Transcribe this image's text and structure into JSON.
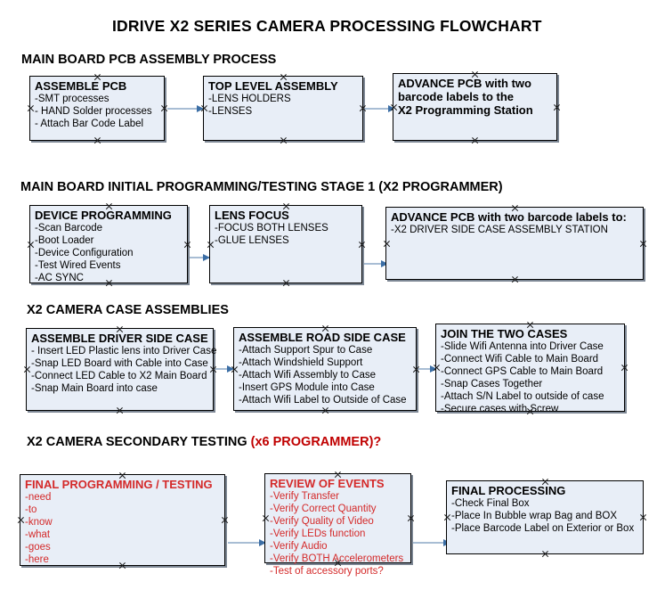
{
  "document": {
    "title": "IDRIVE X2  SERIES CAMERA PROCESSING FLOWCHART",
    "colors": {
      "box_fill": "#e8eef7",
      "box_border": "#000000",
      "box_shadow": "#7d8794",
      "connector_line": "#a8bdd4",
      "connector_head": "#3b6ea5",
      "red_text": "#d42a2a",
      "accent_red": "#c00000",
      "background": "#ffffff"
    }
  },
  "sections": [
    {
      "id": "main-board-pcb-assembly",
      "heading": "MAIN BOARD PCB ASSEMBLY PROCESS",
      "heading_accent": "",
      "nodes": [
        {
          "id": "assemble-pcb",
          "title": "ASSEMBLE PCB",
          "lines": [
            "-SMT processes",
            "- HAND Solder processes",
            "- Attach Bar Code Label"
          ]
        },
        {
          "id": "top-level-assembly",
          "title": "TOP LEVEL ASSEMBLY",
          "lines": [
            "-LENS HOLDERS",
            "-LENSES"
          ]
        },
        {
          "id": "advance-pcb-x2-programming-station",
          "title": "ADVANCE PCB with two",
          "lines": [
            "barcode labels to the",
            " X2 Programming Station"
          ]
        }
      ]
    },
    {
      "id": "main-board-initial-programming",
      "heading": "MAIN BOARD INITIAL PROGRAMMING/TESTING STAGE 1 (X2 PROGRAMMER)",
      "heading_accent": "",
      "nodes": [
        {
          "id": "device-programming",
          "title": "DEVICE PROGRAMMING",
          "lines": [
            "-Scan Barcode",
            "-Boot Loader",
            "-Device Configuration",
            "-Test Wired Events",
            "-AC SYNC"
          ]
        },
        {
          "id": "lens-focus",
          "title": "LENS FOCUS",
          "lines": [
            "-FOCUS BOTH LENSES",
            "-GLUE LENSES"
          ]
        },
        {
          "id": "advance-pcb-driver-side-case",
          "title": "ADVANCE PCB with two barcode labels to:",
          "lines": [
            "-X2 DRIVER  SIDE  CASE  ASSEMBLY STATION"
          ]
        }
      ]
    },
    {
      "id": "x2-camera-case-assemblies",
      "heading": "X2 CAMERA CASE ASSEMBLIES",
      "heading_accent": "",
      "nodes": [
        {
          "id": "assemble-driver-side-case",
          "title": "ASSEMBLE DRIVER SIDE CASE",
          "lines": [
            "- Insert LED Plastic lens into Driver Case",
            "-Snap LED Board with Cable into Case",
            "-Connect LED Cable to X2 Main Board",
            "-Snap Main Board into case"
          ]
        },
        {
          "id": "assemble-road-side-case",
          "title": "ASSEMBLE ROAD SIDE CASE",
          "lines": [
            "-Attach Support Spur to Case",
            "-Attach Windshield Support",
            "-Attach Wifi Assembly to Case",
            "-Insert GPS Module into Case",
            "-Attach Wifi Label to Outside of Case"
          ]
        },
        {
          "id": "join-the-two-cases",
          "title": "JOIN THE TWO CASES",
          "lines": [
            "-Slide Wifi Antenna into Driver Case",
            "-Connect Wifi Cable to Main Board",
            "-Connect GPS Cable to Main Board",
            "-Snap Cases Together",
            "-Attach S/N Label to outside of case",
            "-Secure cases with Screw"
          ]
        }
      ]
    },
    {
      "id": "x2-camera-secondary-testing",
      "heading": "X2 CAMERA SECONDARY TESTING ",
      "heading_accent": "(x6 PROGRAMMER)?",
      "nodes": [
        {
          "id": "final-programming-testing",
          "title": "FINAL PROGRAMMING / TESTING",
          "lines": [
            "-need",
            "-to",
            "-know",
            "-what",
            "-goes",
            "-here"
          ]
        },
        {
          "id": "review-of-events",
          "title": "REVIEW OF EVENTS",
          "lines": [
            "-Verify Transfer",
            "-Verify Correct Quantity",
            "-Verify Quality of Video",
            "-Verify LEDs function",
            "-Verify Audio",
            "-Verify BOTH Accelerometers",
            "-Test of accessory ports?"
          ]
        },
        {
          "id": "final-processing",
          "title": "FINAL PROCESSING",
          "lines": [
            " -Check Final Box",
            "-Place In Bubble wrap Bag and BOX",
            "-Place Barcode Label on Exterior or Box"
          ]
        }
      ]
    }
  ]
}
